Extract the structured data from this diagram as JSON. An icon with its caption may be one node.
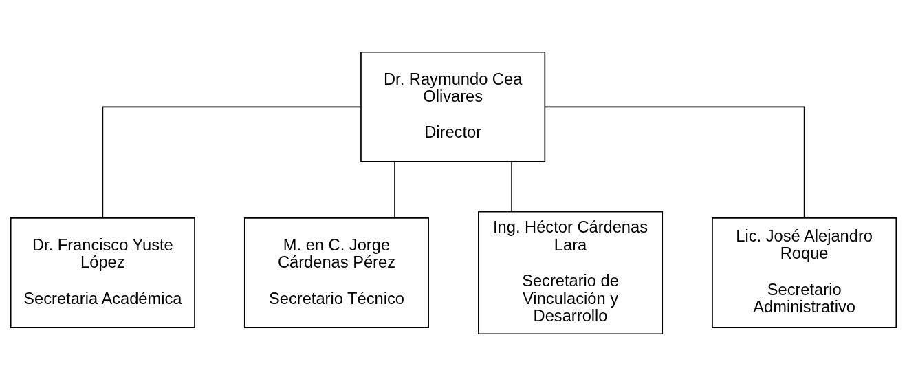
{
  "diagram": {
    "nodes": [
      {
        "text": [
          "Dr. Raymundo Cea Olivares",
          "Director"
        ]
      },
      {
        "text": [
          "Dr. Francisco Yuste López",
          "Secretaria Académica"
        ]
      },
      {
        "text": [
          "M. en C. Jorge Cárdenas Pérez",
          "Secretario Técnico"
        ]
      },
      {
        "text": [
          "Ing. Héctor Cárdenas Lara",
          "Secretario de Vinculación y Desarrollo"
        ]
      },
      {
        "text": [
          "Lic. José Alejandro Roque",
          "Secretario Administrativo"
        ]
      }
    ],
    "edges": [
      {
        "from": 0,
        "to": 1,
        "arrow": "none"
      },
      {
        "from": 0,
        "to": 2,
        "arrow": "none"
      },
      {
        "from": 0,
        "to": 3,
        "arrow": "none"
      },
      {
        "from": 0,
        "to": 4,
        "arrow": "none"
      }
    ]
  }
}
